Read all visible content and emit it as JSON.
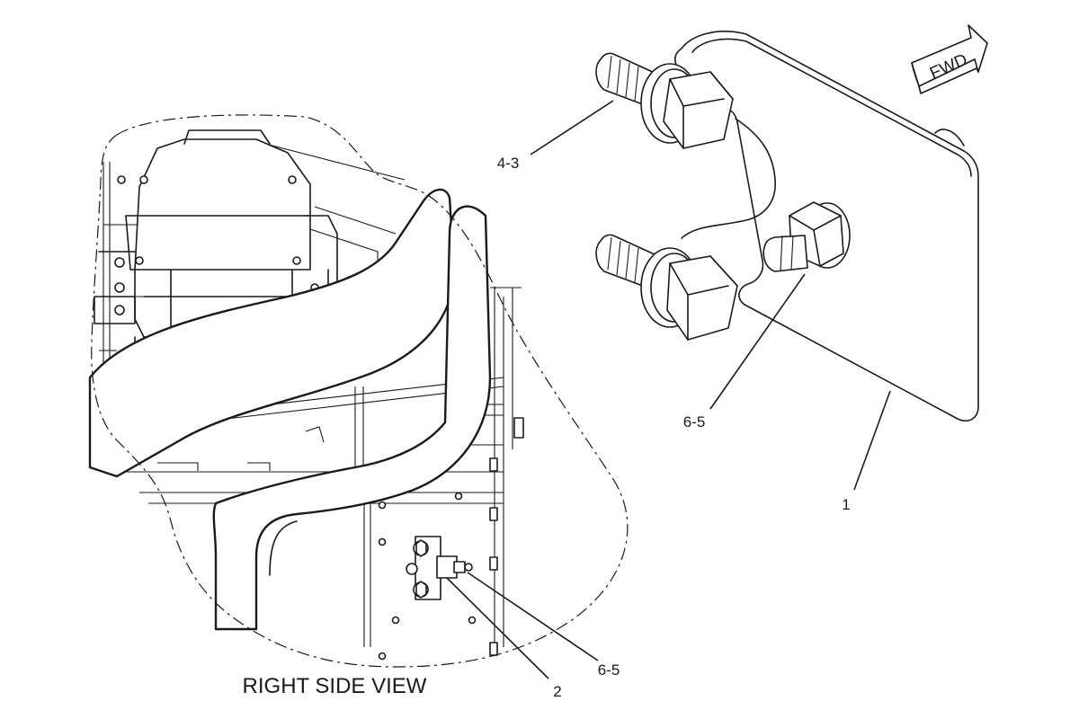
{
  "diagram": {
    "view_label": "RIGHT SIDE VIEW",
    "direction_arrow_label": "FWD",
    "callouts": [
      {
        "id": "c1",
        "label": "4-3"
      },
      {
        "id": "c2",
        "label": "6-5"
      },
      {
        "id": "c3",
        "label": "1"
      },
      {
        "id": "c4",
        "label": "6-5"
      },
      {
        "id": "c5",
        "label": "2"
      }
    ]
  }
}
